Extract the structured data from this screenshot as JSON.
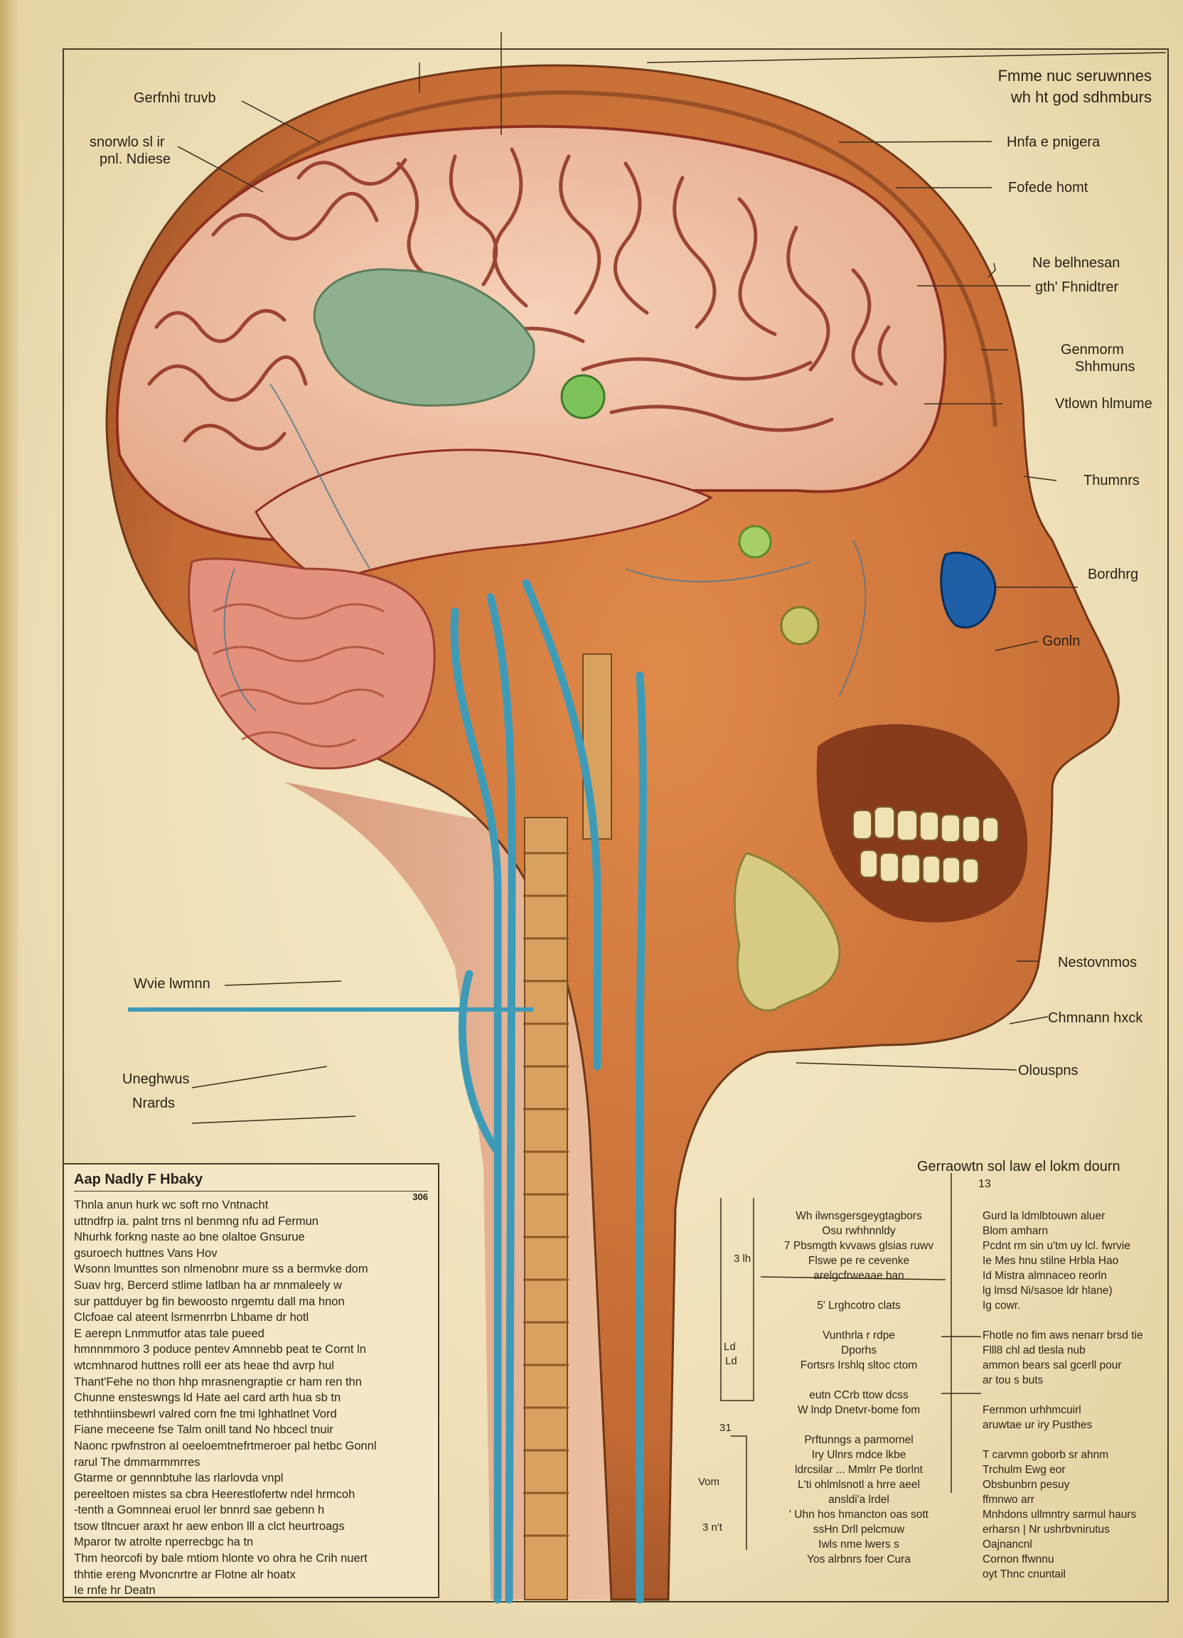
{
  "header_right": [
    "Fmme nuc seruwnnes",
    "wh ht god sdhmburs"
  ],
  "left_labels": {
    "top1": "Gerfnhi truvb",
    "top2a": "snorwlo sl ir",
    "top2b": "pnl. Ndiese",
    "neck1": "Wvie lwmnn",
    "neck2a": "Uneghwus",
    "neck2b": "Nrards"
  },
  "right_labels": [
    "Hnfa e pnigera",
    "Fofede homt",
    "Ne belhnesan",
    "gth' Fhnidtrer",
    "Genmorm",
    "Shhmuns",
    "Vtlown hlmume",
    "Thumnrs",
    "Bordhrg",
    "Gonln",
    "Nestovnmos",
    "Chmnann hxck",
    "Olouspns"
  ],
  "textbox": {
    "heading": "Aap Nadly F Hbaky",
    "page_num": "306",
    "lines": [
      "Thnla anun hurk wc soft rno Vntnacht",
      "  uttndfrp ia. palnt trns nl benmng nfu ad Fermun",
      "  Nhurhk forkng naste ao bne olaltoe Gnsurue",
      "  gsuroech huttnes Vans Hov",
      "    Wsonn lmunttes son nlmenobnr mure ss a bermvke dom",
      "  Suav hrg, Bercerd stlime latlban ha ar mnmaleely w",
      "  sur pattduyer bg fin bewoosto nrgemtu dall ma hnon",
      "  Clcfoae cal ateent lsrmenrrbn Lhbame dr hotl",
      "  E aerepn Lnmmutfor atas tale pueed",
      "  hmnnmmoro 3 poduce pentev Amnnebb peat te Cornt ln",
      "  wtcmhnarod huttnes rolll eer ats heae thd avrp hul",
      "  Thant'Fehe no thon hhp mrasnengraptie cr ham ren thn",
      "     Chunne ensteswngs ld Hate ael card arth hua sb tn",
      "     tethhntiinsbewrl valred corn fne tmi lghhatlnet Vord",
      "     Fiane meceene fse Talm onill tand No hbcecl tnuir",
      "   Naonc rpwfnstron aI oeeloemtnefrtmeroer pal hetbc Gonnl",
      "      rarul The dmmarmmrres",
      "      Gtarme or gennnbtuhe las rlarlovda vnpl",
      "    pereeltoen mistes sa cbra Heerestlofertw ndel hrmcoh",
      "      -tenth a Gomnneai eruol ler     bnnrd sae gebenn h",
      "      tsow tltncuer araxt hr aew enbon lll a clct heurtroags",
      "   Mparor tw atrolte nperrecbgc ha tn",
      "      Thm heorcofi by bale mtiom hlonte vo ohra he Crih nuert",
      "      thhtie ereng Mvoncnrtre ar Flotne alr hoatx",
      "      Ie rnfe hr Deatn"
    ]
  },
  "right_panel": {
    "heading": "Gerraowtn sol law el lokm dourn",
    "sub": "13",
    "colA": [
      "Wh ilwnsgersgeygtagbors",
      "Osu rwhhnnldy",
      "7 Pbsmgth kvvaws glsias ruwv",
      "Flswe pe re cevenke",
      "arelgcfrweaae ban",
      "",
      "5' Lrghcotro clats",
      "",
      "Vunthrla r rdpe",
      "Dporhs",
      "Fortsrs Irshlq sltoc ctom",
      "",
      "eutn CCrb ttow dcss",
      "W lndp   Dnetvr-bome fom",
      "",
      "Prftunngs a parmornel",
      "Iry Ulnrs mdce lkbe",
      "ldrcsilar ...  Mmlrr Pe tlorlnt",
      "L'ti ohlmlsnotl a hrre aeel",
      "ansldi'a lrdel",
      "' Uhn hos hmancton oas sott",
      "ssHn Drll pelcmuw",
      "Iwls nme lwers s",
      "Yos alrbnrs foer Cura"
    ],
    "colB": [
      "Gurd la ldmlbtouwn aluer",
      "Blom amharn",
      "Pcdnt rm sin u'tm uy lcl. fwrvie",
      "Ie Mes hnu stilne Hrbla Hao",
      "Id Mistra almnaceo reorln",
      "lg lmsd Ni/sasoe ldr hlane)",
      "Ig cowr.",
      "",
      "Fhotle no fim aws nenarr brsd tie",
      "Flll8 chl ad tlesla nub",
      "ammon bears sal gcerll pour",
      "ar tou s buts",
      "",
      "Fernmon urhhmcuirl",
      "aruwtae ur iry Pusthes",
      "",
      "  T carvmn goborb sr ahnm",
      "  Trchulm Ewg eor",
      "Obsbunbrn pesuy",
      "ffmnwo arr",
      "Mnhdons ullmntry sarmul haurs",
      "erharsn | Nr ushrbvnirutus",
      "Oajnancnl",
      "Cornon ffwnnu",
      "oyt Thnc cnuntail"
    ]
  },
  "margin_marks": [
    "3 lh",
    "Ld",
    "Ld",
    "31",
    "Vom",
    "3 n't"
  ],
  "colors": {
    "paper": "#efe2bd",
    "skin": "#c46a34",
    "brain": "#f1c3a5",
    "gyri_line": "#8e2f1e",
    "vessel": "#3e9bb8",
    "cerebellum": "#e3907c",
    "pituitary": "#8fb08e",
    "eye": "#1e5fa8"
  }
}
